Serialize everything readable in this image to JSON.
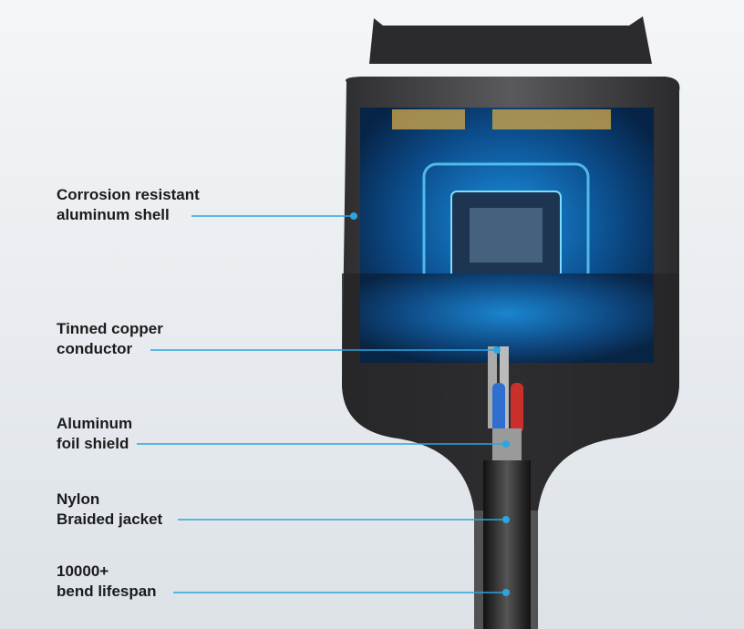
{
  "labels": [
    {
      "line1": "Corrosion resistant",
      "line2": "aluminum shell"
    },
    {
      "line1": "Tinned copper",
      "line2": "conductor"
    },
    {
      "line1": "Aluminum",
      "line2": "foil shield"
    },
    {
      "line1": "Nylon",
      "line2": "Braided jacket"
    },
    {
      "line1": "10000+",
      "line2": "bend lifespan"
    }
  ],
  "colors": {
    "leader": "#2aa6e0",
    "board": "#0b4f8f",
    "glow": "#39c4ff",
    "shell": "#4a4a4c"
  }
}
